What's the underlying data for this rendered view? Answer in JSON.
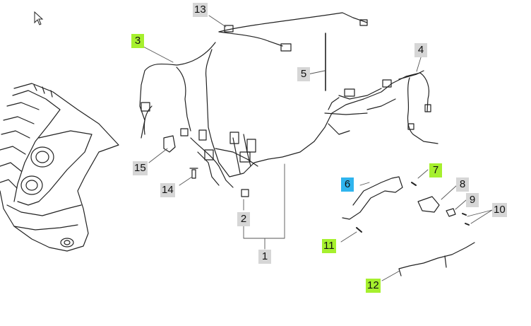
{
  "diagram": {
    "callouts": [
      {
        "id": "1",
        "label": "1",
        "style": "gray"
      },
      {
        "id": "2",
        "label": "2",
        "style": "gray"
      },
      {
        "id": "3",
        "label": "3",
        "style": "green"
      },
      {
        "id": "4",
        "label": "4",
        "style": "gray"
      },
      {
        "id": "5",
        "label": "5",
        "style": "gray"
      },
      {
        "id": "6",
        "label": "6",
        "style": "blue"
      },
      {
        "id": "7",
        "label": "7",
        "style": "green"
      },
      {
        "id": "8",
        "label": "8",
        "style": "gray"
      },
      {
        "id": "9",
        "label": "9",
        "style": "gray"
      },
      {
        "id": "10",
        "label": "10",
        "style": "gray"
      },
      {
        "id": "11",
        "label": "11",
        "style": "green"
      },
      {
        "id": "12",
        "label": "12",
        "style": "green"
      },
      {
        "id": "13",
        "label": "13",
        "style": "gray"
      },
      {
        "id": "14",
        "label": "14",
        "style": "gray"
      },
      {
        "id": "15",
        "label": "15",
        "style": "gray"
      }
    ],
    "colors": {
      "highlight_green": "#a6f02e",
      "highlight_blue": "#2fb4ee",
      "callout_gray": "#d6d6d6",
      "line": "#222222"
    },
    "icons": [
      "pointer-cursor-icon"
    ]
  }
}
